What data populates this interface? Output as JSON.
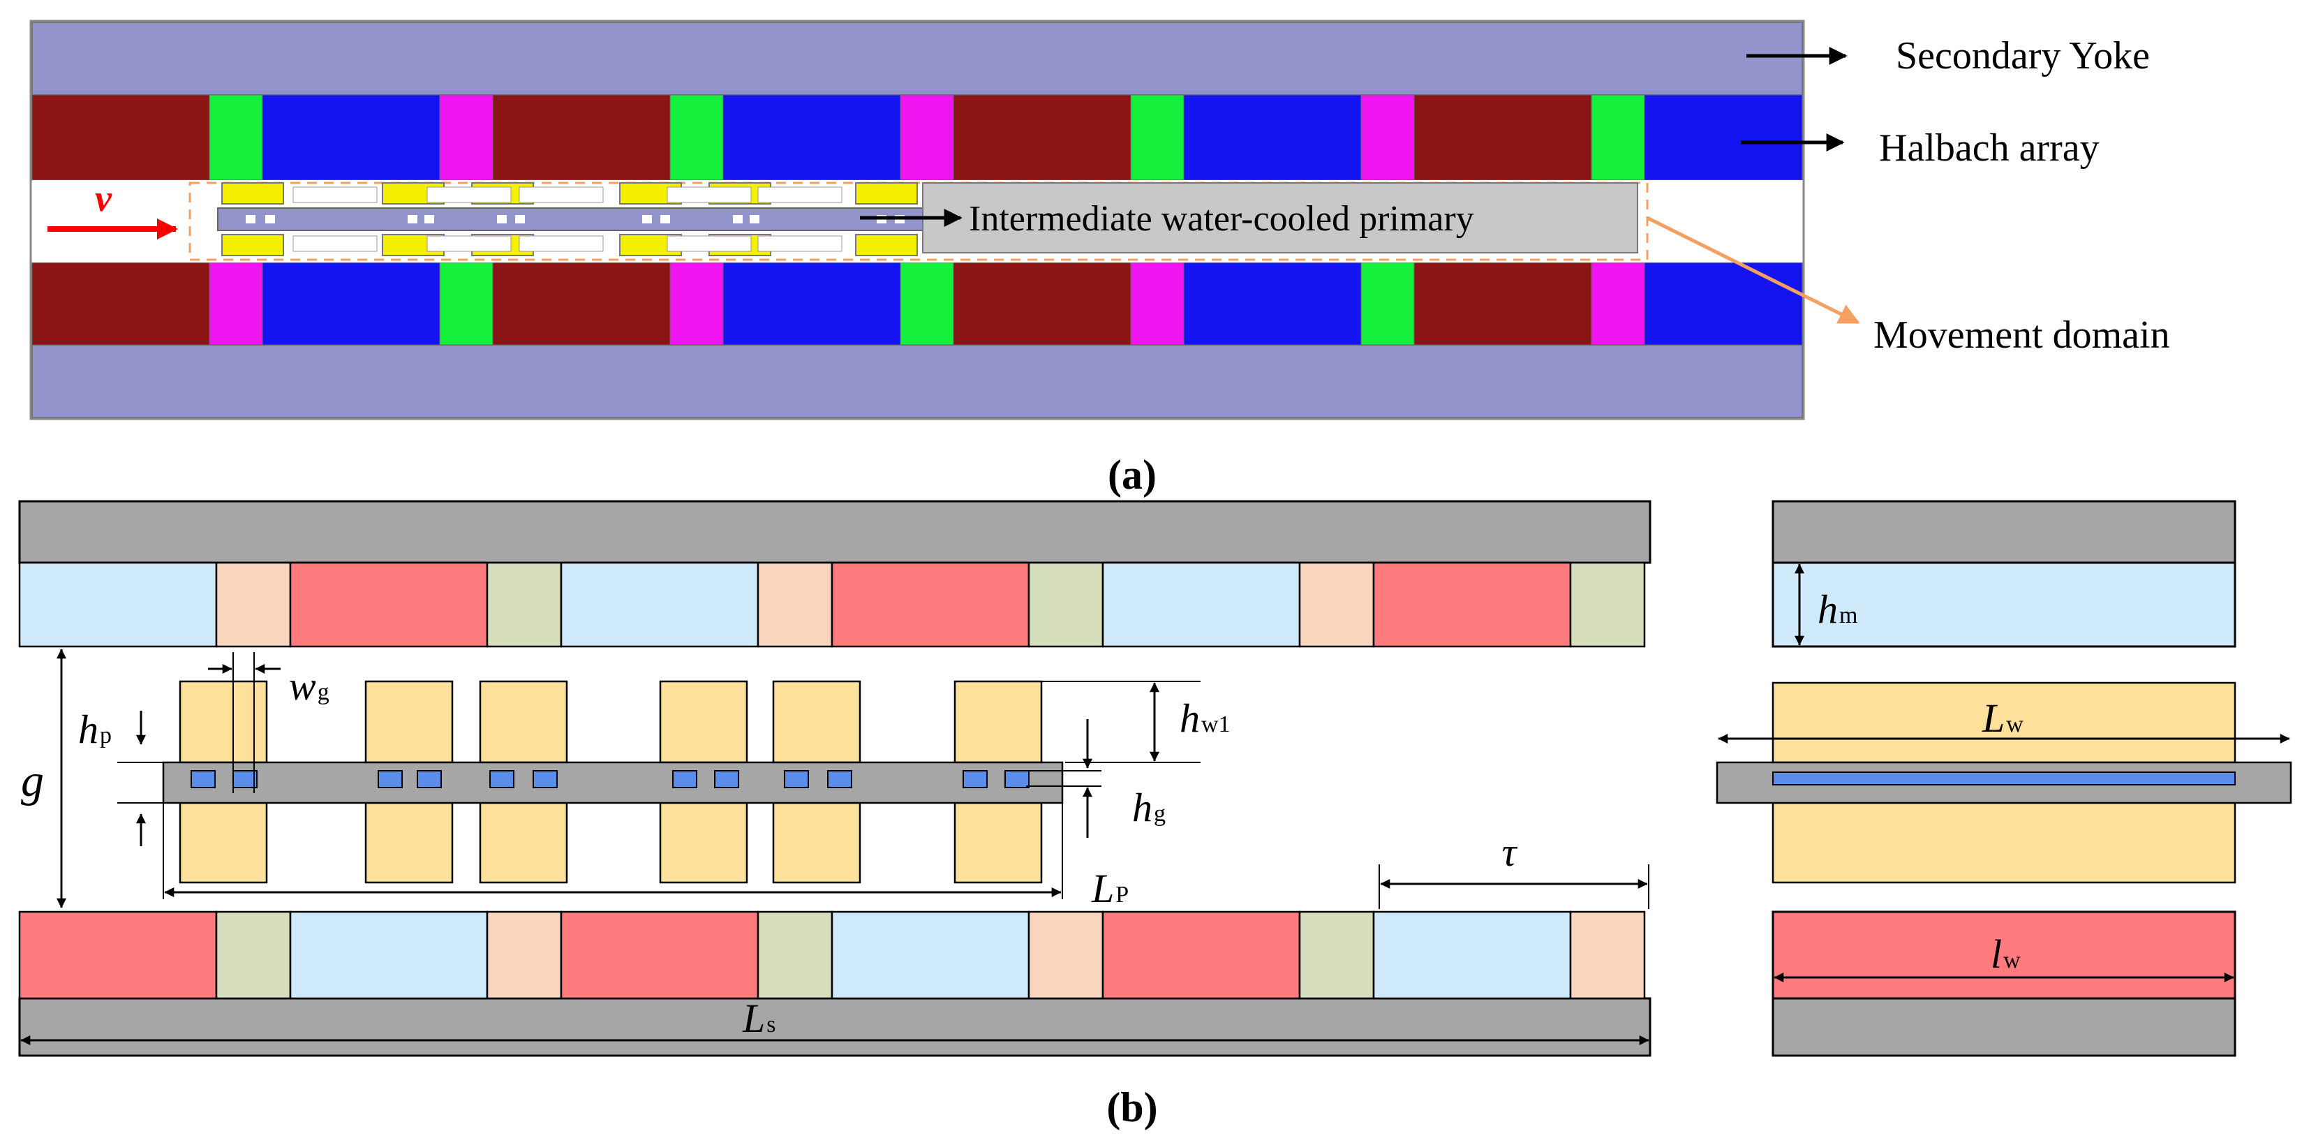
{
  "panel_a": {
    "caption": "(a)",
    "velocity_symbol": "v",
    "labels": {
      "secondary_yoke": "Secondary Yoke",
      "halbach_array": "Halbach array",
      "primary": "Intermediate water-cooled primary",
      "movement_domain": "Movement domain"
    },
    "colors": {
      "yoke": "#9494CC",
      "north": "#8B1414",
      "south": "#1414F0",
      "green": "#14F03C",
      "magenta": "#F014F0",
      "coil": "#F5F000",
      "velocity_arrow": "#FF0000",
      "domain_border": "#F5A060"
    }
  },
  "panel_b": {
    "caption": "(b)",
    "symbols": {
      "g": {
        "main": "g",
        "sub": ""
      },
      "hp": {
        "main": "h",
        "sub": "p"
      },
      "wg": {
        "main": "w",
        "sub": "g"
      },
      "hw1": {
        "main": "h",
        "sub": "w1"
      },
      "hg": {
        "main": "h",
        "sub": "g"
      },
      "Lp": {
        "main": "L",
        "sub": "P"
      },
      "tau": {
        "main": "τ",
        "sub": ""
      },
      "Ls": {
        "main": "L",
        "sub": "s"
      },
      "hm": {
        "main": "h",
        "sub": "m"
      },
      "Lw": {
        "main": "L",
        "sub": "w"
      },
      "lw": {
        "main": "l",
        "sub": "w"
      }
    },
    "colors": {
      "yoke": "#A6A6A6",
      "light_blue": "#CDE9FA",
      "peach": "#F9D5BE",
      "red": "#FF7B7D",
      "sage": "#D6DEBB",
      "coil": "#FDE19B",
      "conductor": "#5B8DEB"
    }
  }
}
